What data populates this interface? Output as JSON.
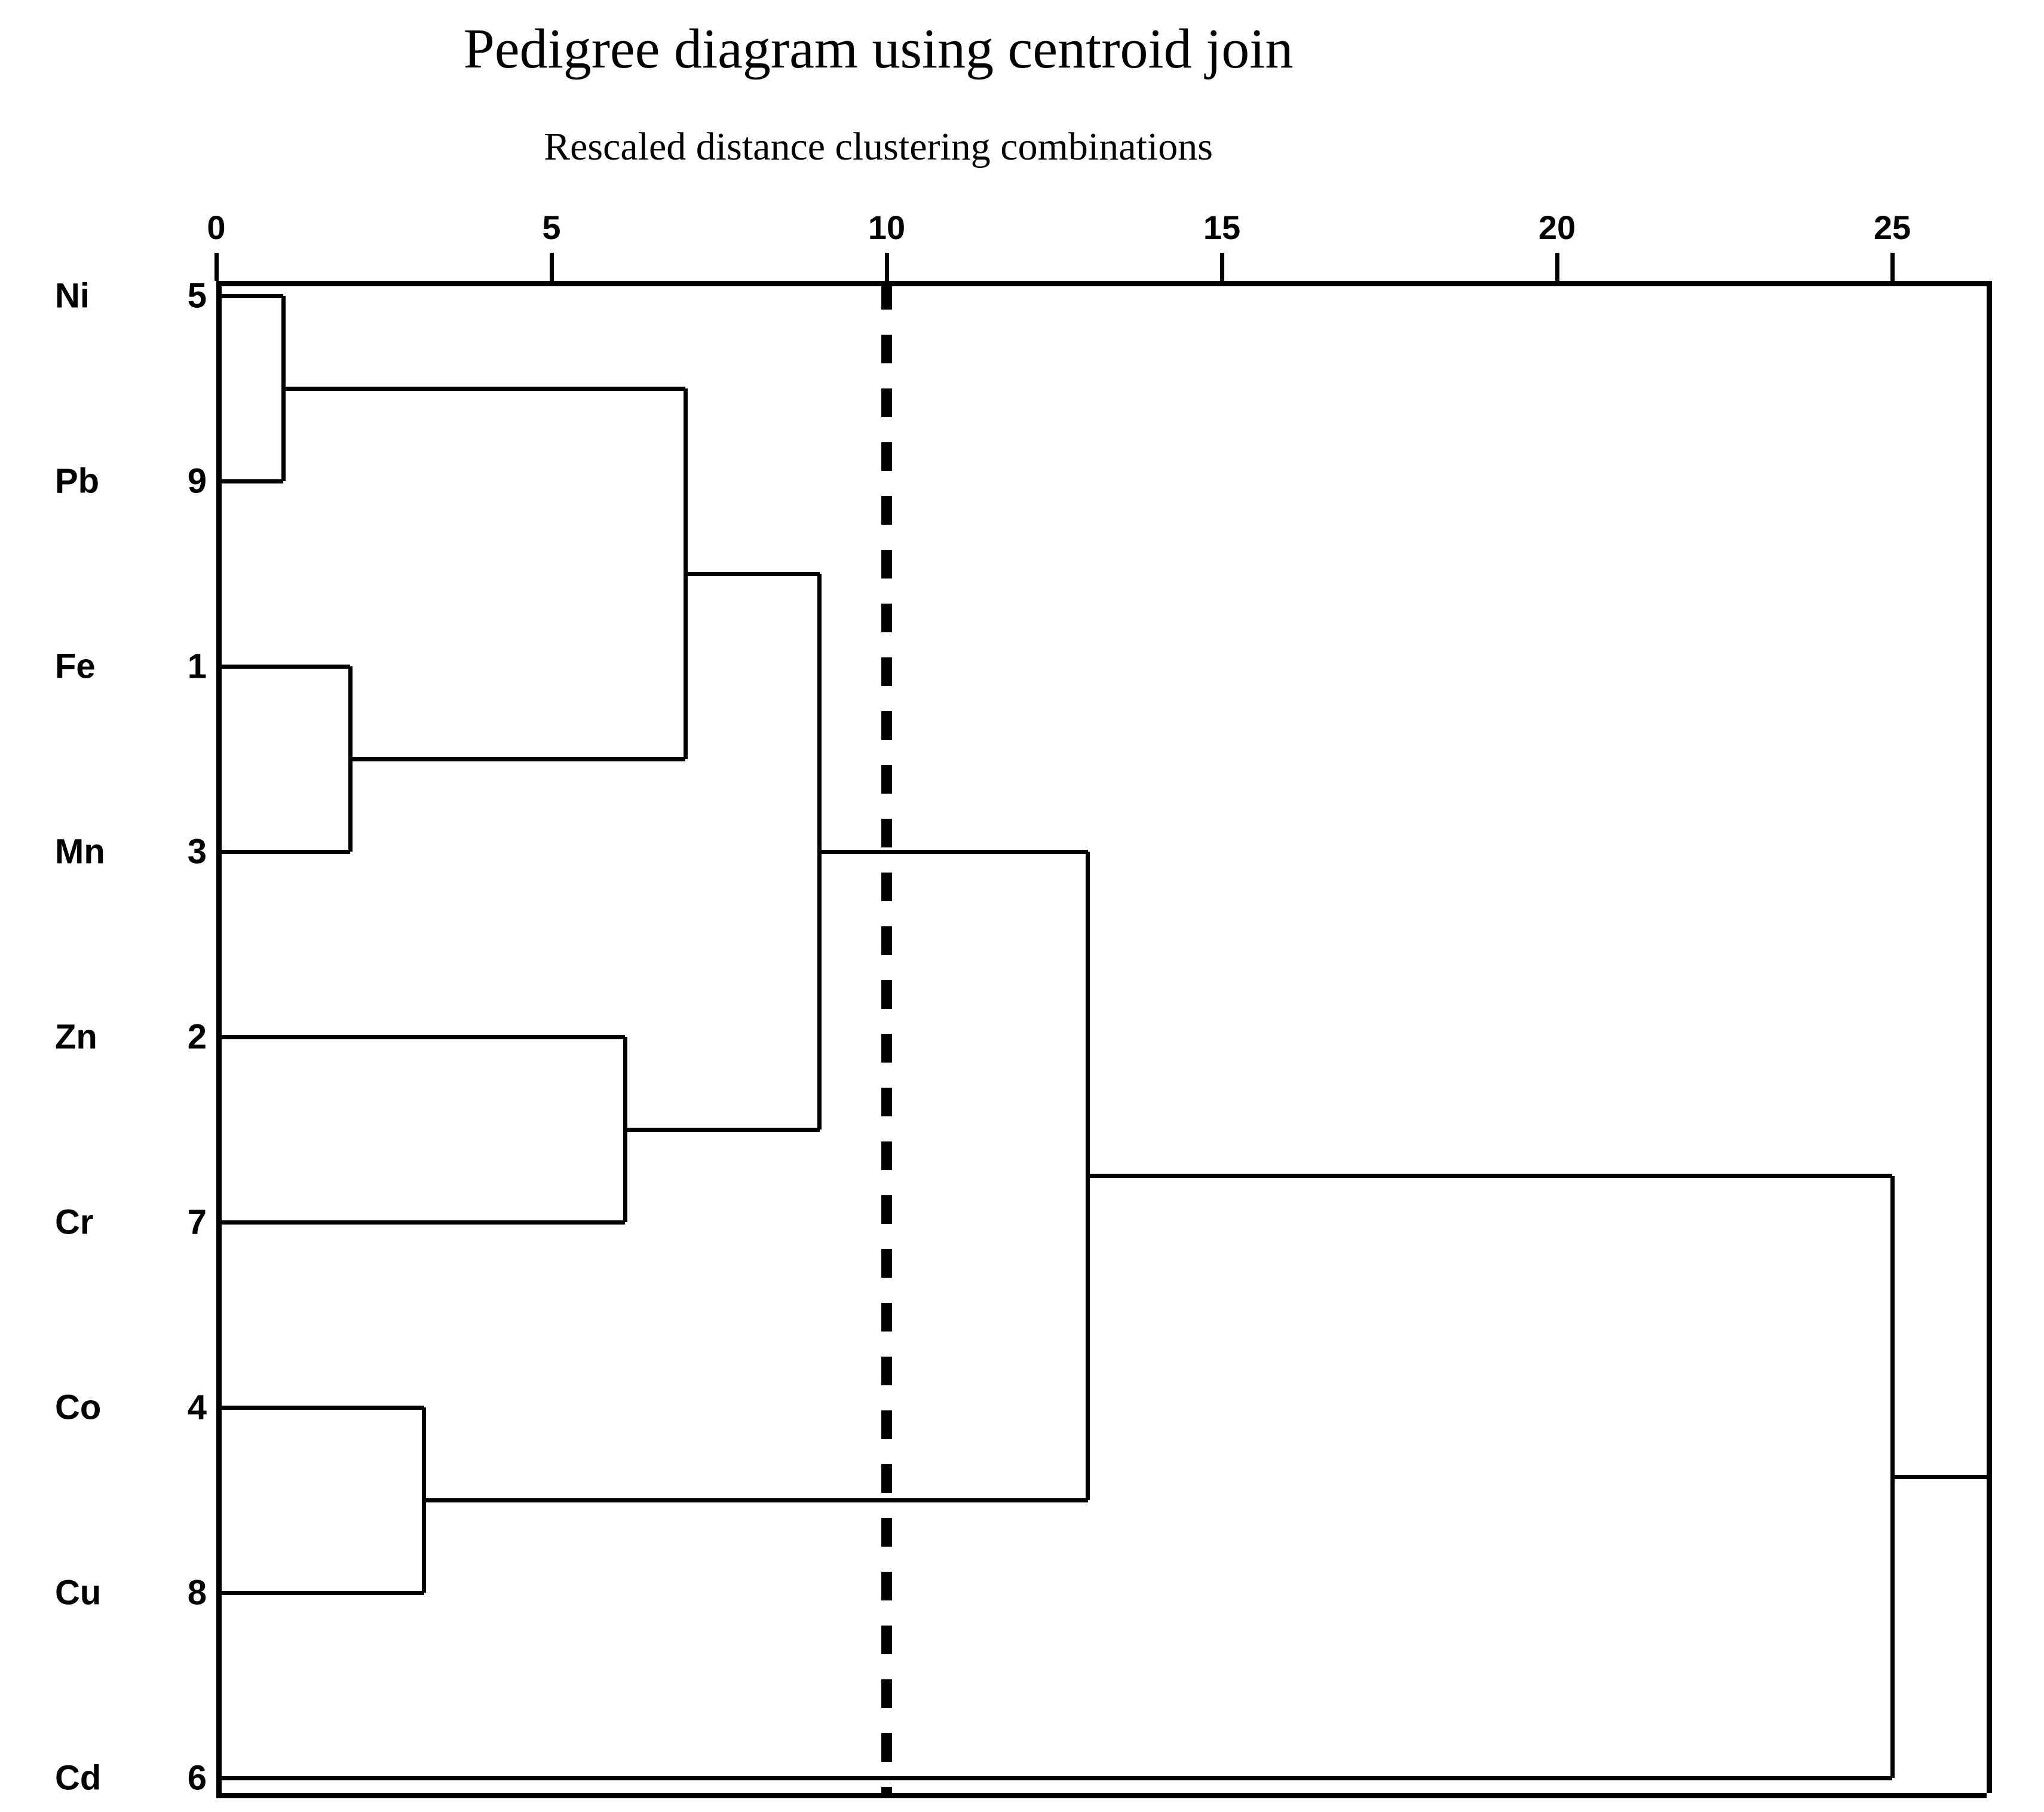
{
  "title": "Pedigree diagram using centroid join",
  "subtitle": "Rescaled distance clustering combinations",
  "chart_data": {
    "type": "dendrogram",
    "title": "Pedigree diagram using centroid join",
    "subtitle": "Rescaled distance clustering combinations",
    "xlabel": "Rescaled distance clustering combinations",
    "ylabel": "",
    "xlim": [
      0,
      26.3
    ],
    "xticks": [
      0,
      5,
      10,
      15,
      20,
      25
    ],
    "xtick_labels": [
      "0",
      "5",
      "10",
      "15",
      "20",
      "25"
    ],
    "grid": false,
    "legend": "none",
    "orientation": "horizontal",
    "leaves": [
      {
        "label": "Ni",
        "num": "5",
        "order": 1
      },
      {
        "label": "Pb",
        "num": "9",
        "order": 2
      },
      {
        "label": "Fe",
        "num": "1",
        "order": 3
      },
      {
        "label": "Mn",
        "num": "3",
        "order": 4
      },
      {
        "label": "Zn",
        "num": "2",
        "order": 5
      },
      {
        "label": "Cr",
        "num": "7",
        "order": 6
      },
      {
        "label": "Co",
        "num": "4",
        "order": 7
      },
      {
        "label": "Cu",
        "num": "8",
        "order": 8
      },
      {
        "label": "Cd",
        "num": "6",
        "order": 9
      }
    ],
    "merges": [
      {
        "id": "m1",
        "members": [
          "Ni",
          "Pb"
        ],
        "distance": 1.0
      },
      {
        "id": "m2",
        "members": [
          "Fe",
          "Mn"
        ],
        "distance": 2.0
      },
      {
        "id": "m3",
        "members": [
          "Co",
          "Cu"
        ],
        "distance": 3.1
      },
      {
        "id": "m4",
        "members": [
          "Zn",
          "Cr"
        ],
        "distance": 6.1
      },
      {
        "id": "m5",
        "members": [
          "Ni",
          "Pb",
          "Fe",
          "Mn"
        ],
        "distance": 7.0
      },
      {
        "id": "m6",
        "members": [
          "Ni",
          "Pb",
          "Fe",
          "Mn",
          "Zn",
          "Cr"
        ],
        "distance": 9.0
      },
      {
        "id": "m7",
        "members": [
          "Ni",
          "Pb",
          "Fe",
          "Mn",
          "Zn",
          "Cr",
          "Co",
          "Cu"
        ],
        "distance": 13.0
      },
      {
        "id": "m8",
        "members": [
          "Ni",
          "Pb",
          "Fe",
          "Mn",
          "Zn",
          "Cr",
          "Co",
          "Cu",
          "Cd"
        ],
        "distance": 25.0
      }
    ],
    "cut_line": {
      "distance": 10.0,
      "style": "dashed",
      "color": "#000000"
    }
  },
  "colors": {
    "line": "#000000",
    "background": "#ffffff",
    "cut": "#000000"
  }
}
